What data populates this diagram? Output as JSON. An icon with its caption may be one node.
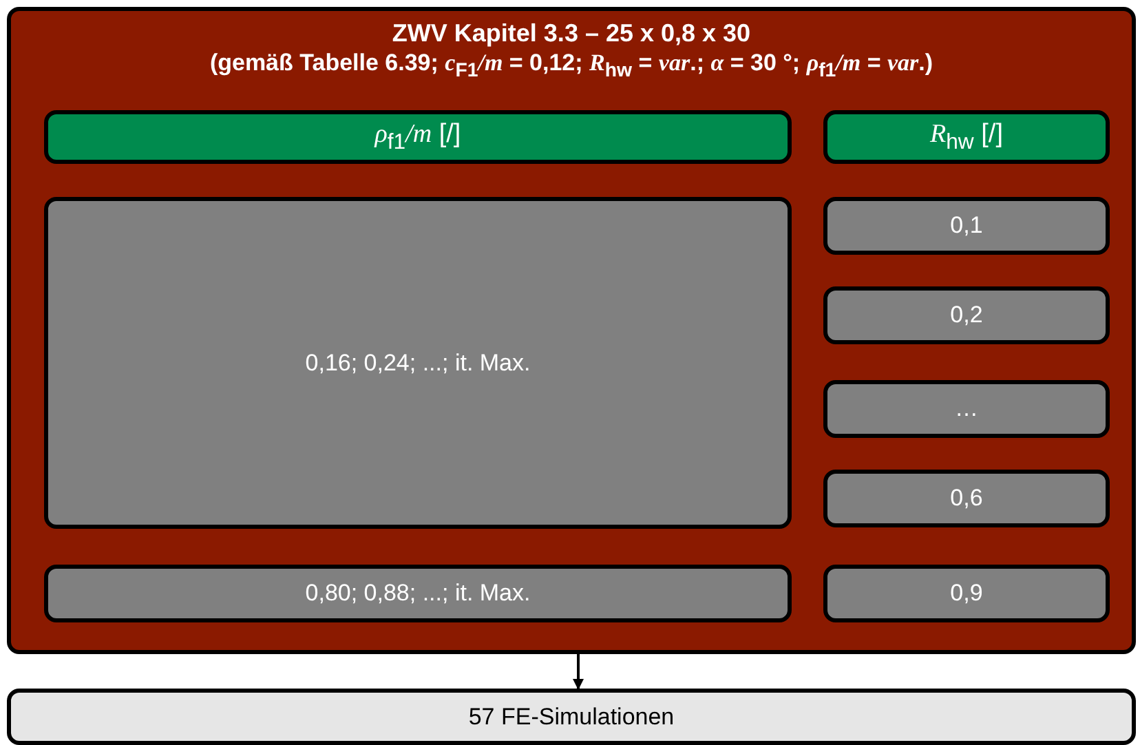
{
  "diagram": {
    "nodes": [
      {
        "text": [
          "ZWV Kapitel 3.3 – 25 x 0,8 x 30",
          "(gemäß Tabelle 6.39; *c*$_{F1}$*/m* = 0,12; *R*$_{hw}$ = *var*.; *α* = 30 °; *ρ*$_{f1}$*/m* = *var*.)"
        ]
      },
      {
        "text": [
          "*ρ*$_{f1}$*/m* [/]"
        ],
        "in": 0
      },
      {
        "text": [
          "*R*$_{hw}$ [/]"
        ],
        "in": 0
      },
      {
        "text": [
          "0,16; 0,24; ...; it. Max."
        ],
        "in": 0
      },
      {
        "text": [
          "0,1"
        ],
        "in": 0
      },
      {
        "text": [
          "0,2"
        ],
        "in": 0
      },
      {
        "text": [
          "…"
        ],
        "in": 0
      },
      {
        "text": [
          "0,6"
        ],
        "in": 0
      },
      {
        "text": [
          "0,80; 0,88; ...; it. Max."
        ],
        "in": 0
      },
      {
        "text": [
          "0,9"
        ],
        "in": 0
      },
      {
        "text": [
          "57 FE-Simulationen"
        ]
      }
    ],
    "edges": [
      {
        "from": 0,
        "to": 10,
        "arrow": "to"
      }
    ]
  }
}
